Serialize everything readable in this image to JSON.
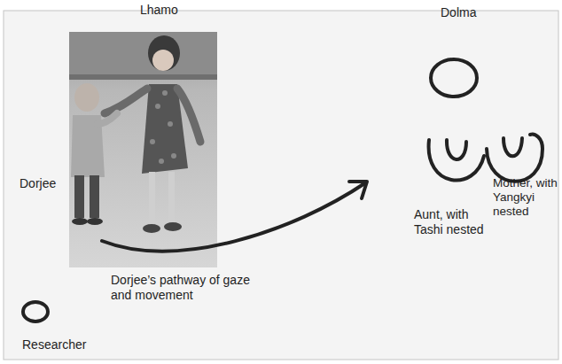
{
  "diagram": {
    "labels": [
      "Lhamo",
      "Dolma",
      "Dorjee",
      "Mother, with Yangkyi nested",
      "Aunt, with Tashi nested",
      "Dorjee’s pathway of gaze and movement",
      "Researcher"
    ]
  }
}
